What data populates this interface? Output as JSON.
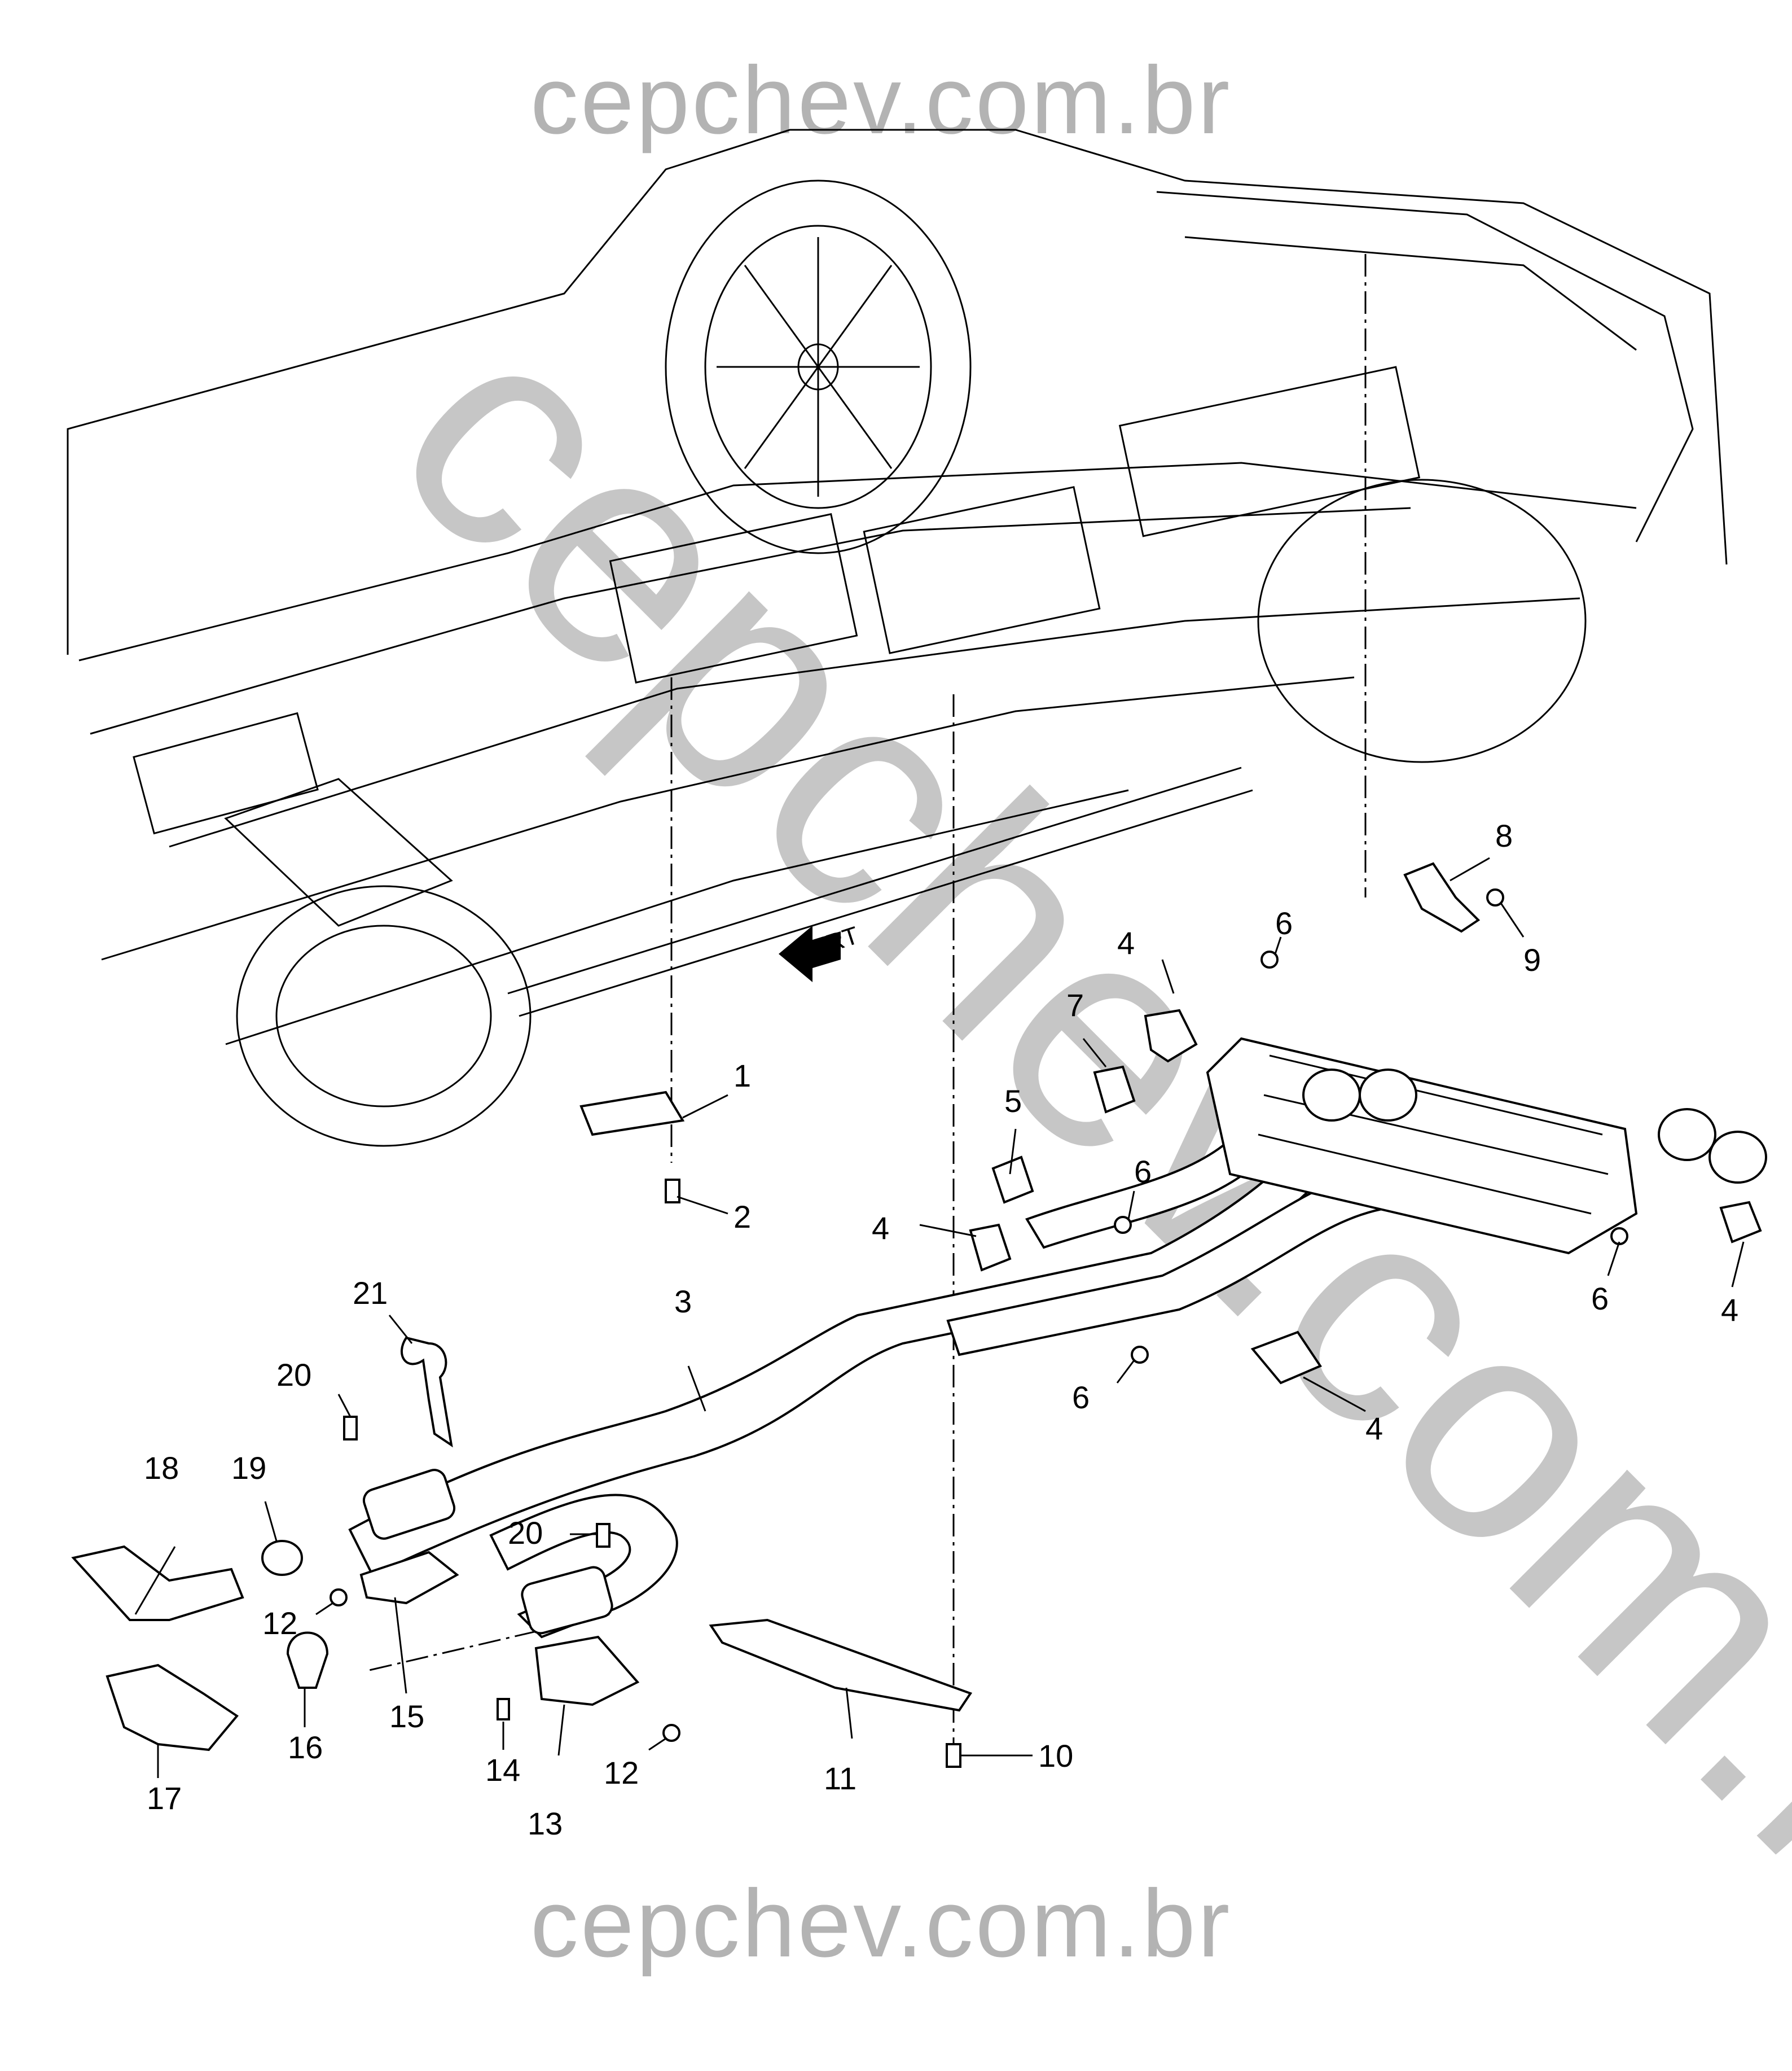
{
  "watermark": {
    "top": "cepchev.com.br",
    "diagonal": "cepchev.com.br",
    "bottom": "cepchev.com.br"
  },
  "direction_marker": "FRT",
  "callouts": {
    "c1": "1",
    "c2": "2",
    "c3": "3",
    "c4a": "4",
    "c4b": "4",
    "c4c": "4",
    "c4d": "4",
    "c5": "5",
    "c6a": "6",
    "c6b": "6",
    "c6c": "6",
    "c6d": "6",
    "c7": "7",
    "c8": "8",
    "c9": "9",
    "c10": "10",
    "c11": "11",
    "c12a": "12",
    "c12b": "12",
    "c13": "13",
    "c14": "14",
    "c15": "15",
    "c16": "16",
    "c17": "17",
    "c18": "18",
    "c19": "19",
    "c20a": "20",
    "c20b": "20",
    "c21": "21"
  },
  "colors": {
    "line": "#000000",
    "watermark": "#b3b3b3",
    "background": "#ffffff"
  }
}
